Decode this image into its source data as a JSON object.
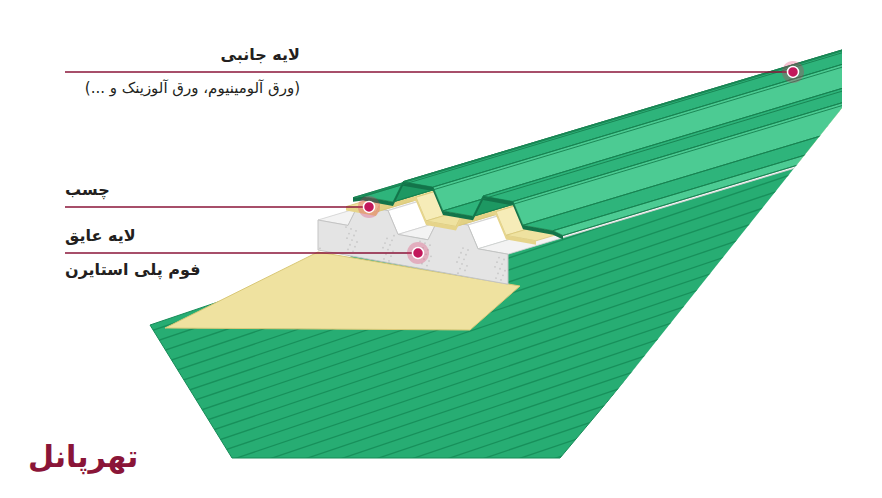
{
  "diagram": {
    "labels": [
      "لایه جانبی",
      "(ورق آلومینیوم، ورق آلوزینک و ...)",
      "چسب",
      "لایه عایق",
      "فوم پلی استایرن",
      "تهرپانل"
    ]
  }
}
